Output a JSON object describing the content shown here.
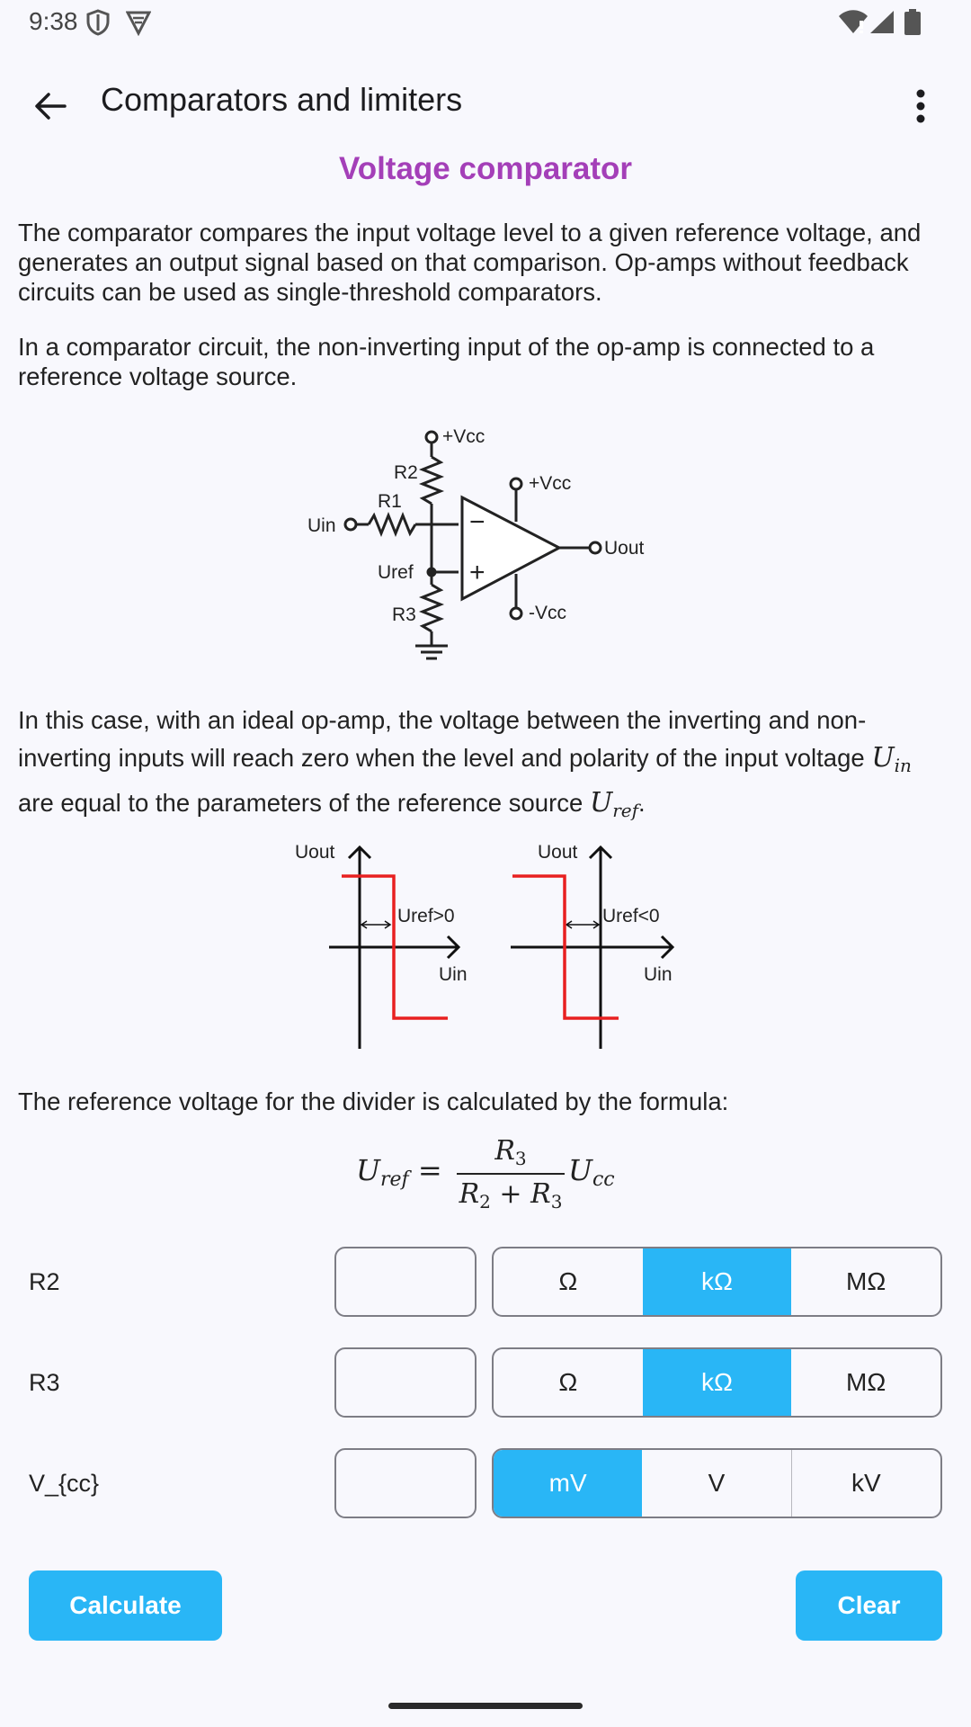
{
  "status_bar": {
    "time": "9:38"
  },
  "app_bar": {
    "title": "Comparators and limiters"
  },
  "content": {
    "section_title": "Voltage comparator",
    "para1": "The comparator compares the input voltage level to a given reference voltage, and generates an output signal based on that comparison. Op-amps without feedback circuits can be used as single-threshold comparators.",
    "para2": "In a comparator circuit, the non-inverting input of the op-amp is connected to a reference voltage source.",
    "para3_a": "In this case, with an ideal op-amp, the voltage between the inverting and non-inverting inputs will reach zero when the level and polarity of the input voltage ",
    "para3_b": "are equal to the parameters of the reference source ",
    "para3_c": ".",
    "para4": "The reference voltage for the divider is calculated by the formula:",
    "circuit": {
      "vcc_top": "+Vcc",
      "r2": "R2",
      "r1": "R1",
      "uin": "Uin",
      "vcc_amp": "+Vcc",
      "minus": "−",
      "plus": "+",
      "uout": "Uout",
      "uref": "Uref",
      "neg_vcc": "-Vcc",
      "r3": "R3"
    },
    "graphs": {
      "left": {
        "y_label": "Uout",
        "ref_label": "Uref>0",
        "x_label": "Uin"
      },
      "right": {
        "y_label": "Uout",
        "ref_label": "Uref<0",
        "x_label": "Uin"
      }
    }
  },
  "math": {
    "uin_sym": "U",
    "uin_sub": "in",
    "uref_sym": "U",
    "uref_sub": "ref",
    "f_lhs_sym": "U",
    "f_lhs_sub": "ref",
    "f_eq": "=",
    "f_num_sym": "R",
    "f_num_sub": "3",
    "f_den_a": "R",
    "f_den_a_sub": "2",
    "f_den_plus": " + ",
    "f_den_b": "R",
    "f_den_b_sub": "3",
    "f_rhs_sym": "U",
    "f_rhs_sub": "cc"
  },
  "form": {
    "rows": [
      {
        "label": "R2",
        "value": "",
        "units": [
          "Ω",
          "kΩ",
          "MΩ"
        ],
        "selected": "kΩ"
      },
      {
        "label": "R3",
        "value": "",
        "units": [
          "Ω",
          "kΩ",
          "MΩ"
        ],
        "selected": "kΩ"
      },
      {
        "label": "V_{cc}",
        "value": "",
        "units": [
          "mV",
          "V",
          "kV"
        ],
        "selected": "mV"
      }
    ]
  },
  "actions": {
    "calculate": "Calculate",
    "clear": "Clear"
  },
  "colors": {
    "accent": "#29b6f6",
    "title": "#a43fb8",
    "graph_red": "#e82020"
  },
  "icons": [
    "shield-icon",
    "vpn-icon",
    "wifi-icon",
    "signal-icon",
    "battery-icon",
    "back-arrow-icon",
    "more-vert-icon"
  ]
}
